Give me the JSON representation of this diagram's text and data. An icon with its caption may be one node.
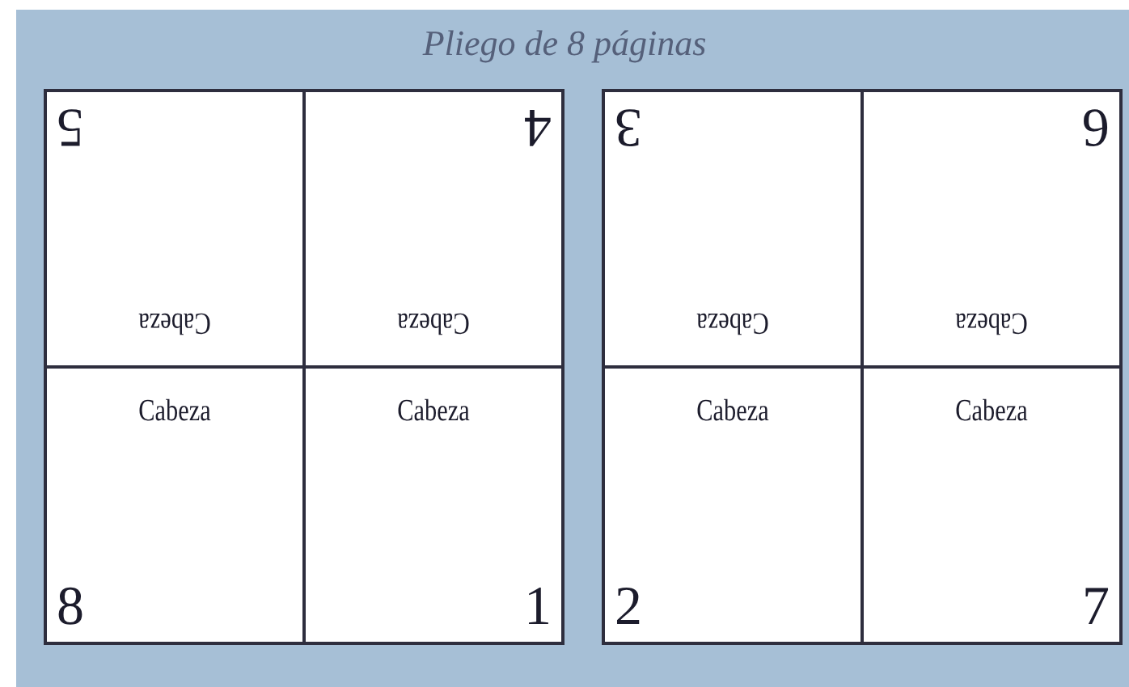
{
  "diagram": {
    "title": "Pliego de 8 páginas",
    "nodes": [
      {
        "text": [],
        "shape": "box"
      },
      {
        "text": [],
        "shape": "box"
      },
      {
        "text": [
          "5",
          "Cabeza"
        ],
        "in": 0
      },
      {
        "text": [
          "4",
          "Cabeza"
        ],
        "in": 0
      },
      {
        "text": [
          "3",
          "Cabeza"
        ],
        "in": 1
      },
      {
        "text": [
          "6",
          "Cabeza"
        ],
        "in": 1
      },
      {
        "text": [
          "8",
          "Cabeza"
        ],
        "in": 0
      },
      {
        "text": [
          "1",
          "Cabeza"
        ],
        "in": 0
      },
      {
        "text": [
          "2",
          "Cabeza"
        ],
        "in": 1
      },
      {
        "text": [
          "7",
          "Cabeza"
        ],
        "in": 1
      }
    ],
    "edges": []
  }
}
